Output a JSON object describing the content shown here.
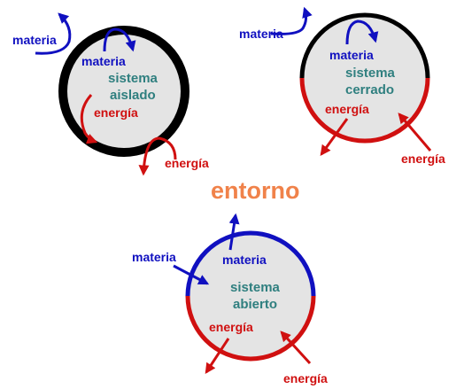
{
  "diagram": {
    "title": "entorno",
    "systems": {
      "isolated": {
        "name_line1": "sistema",
        "name_line2": "aislado",
        "inner_matter": "materia",
        "outer_matter": "materia",
        "inner_energy": "energía",
        "outer_energy": "energía"
      },
      "closed": {
        "name_line1": "sistema",
        "name_line2": "cerrado",
        "inner_matter": "materia",
        "outer_matter": "materia",
        "inner_energy": "energía",
        "outer_energy": "energía"
      },
      "open": {
        "name_line1": "sistema",
        "name_line2": "abierto",
        "inner_matter": "materia",
        "outer_matter": "materia",
        "inner_energy": "energía",
        "outer_energy": "energía"
      }
    },
    "colors": {
      "matter": "#1010c0",
      "energy": "#d01010",
      "system_text": "#2f7f7f",
      "title": "#f0824a",
      "isolating_wall": "#000000",
      "circle_fill": "#e4e4e4"
    }
  }
}
